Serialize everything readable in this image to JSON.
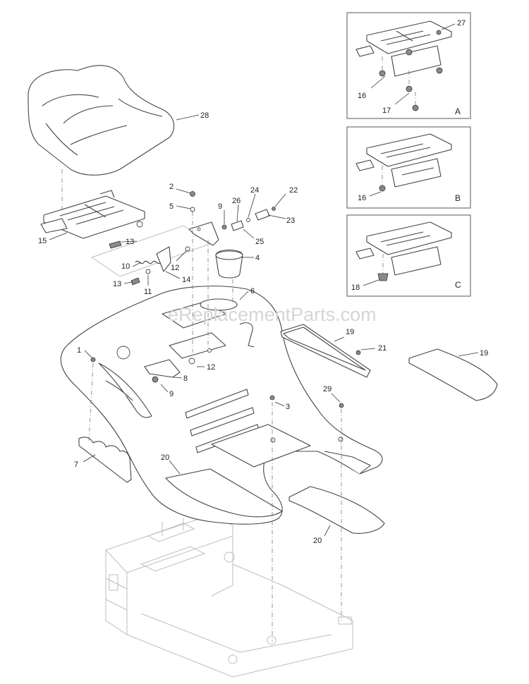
{
  "watermark": "eReplacementParts.com",
  "panels": [
    {
      "id": "A",
      "label": "A"
    },
    {
      "id": "B",
      "label": "B"
    },
    {
      "id": "C",
      "label": "C"
    }
  ],
  "callouts": {
    "c1": "1",
    "c2": "2",
    "c3": "3",
    "c4": "4",
    "c5": "5",
    "c6": "6",
    "c7": "7",
    "c8": "8",
    "c9a": "9",
    "c9b": "9",
    "c10": "10",
    "c11": "11",
    "c12a": "12",
    "c12b": "12",
    "c13a": "13",
    "c13b": "13",
    "c14": "14",
    "c15": "15",
    "c16a": "16",
    "c16b": "16",
    "c17": "17",
    "c18": "18",
    "c19a": "19",
    "c19b": "19",
    "c20a": "20",
    "c20b": "20",
    "c21": "21",
    "c22": "22",
    "c23": "23",
    "c24": "24",
    "c25": "25",
    "c26": "26",
    "c27": "27",
    "c28": "28",
    "c29": "29"
  }
}
